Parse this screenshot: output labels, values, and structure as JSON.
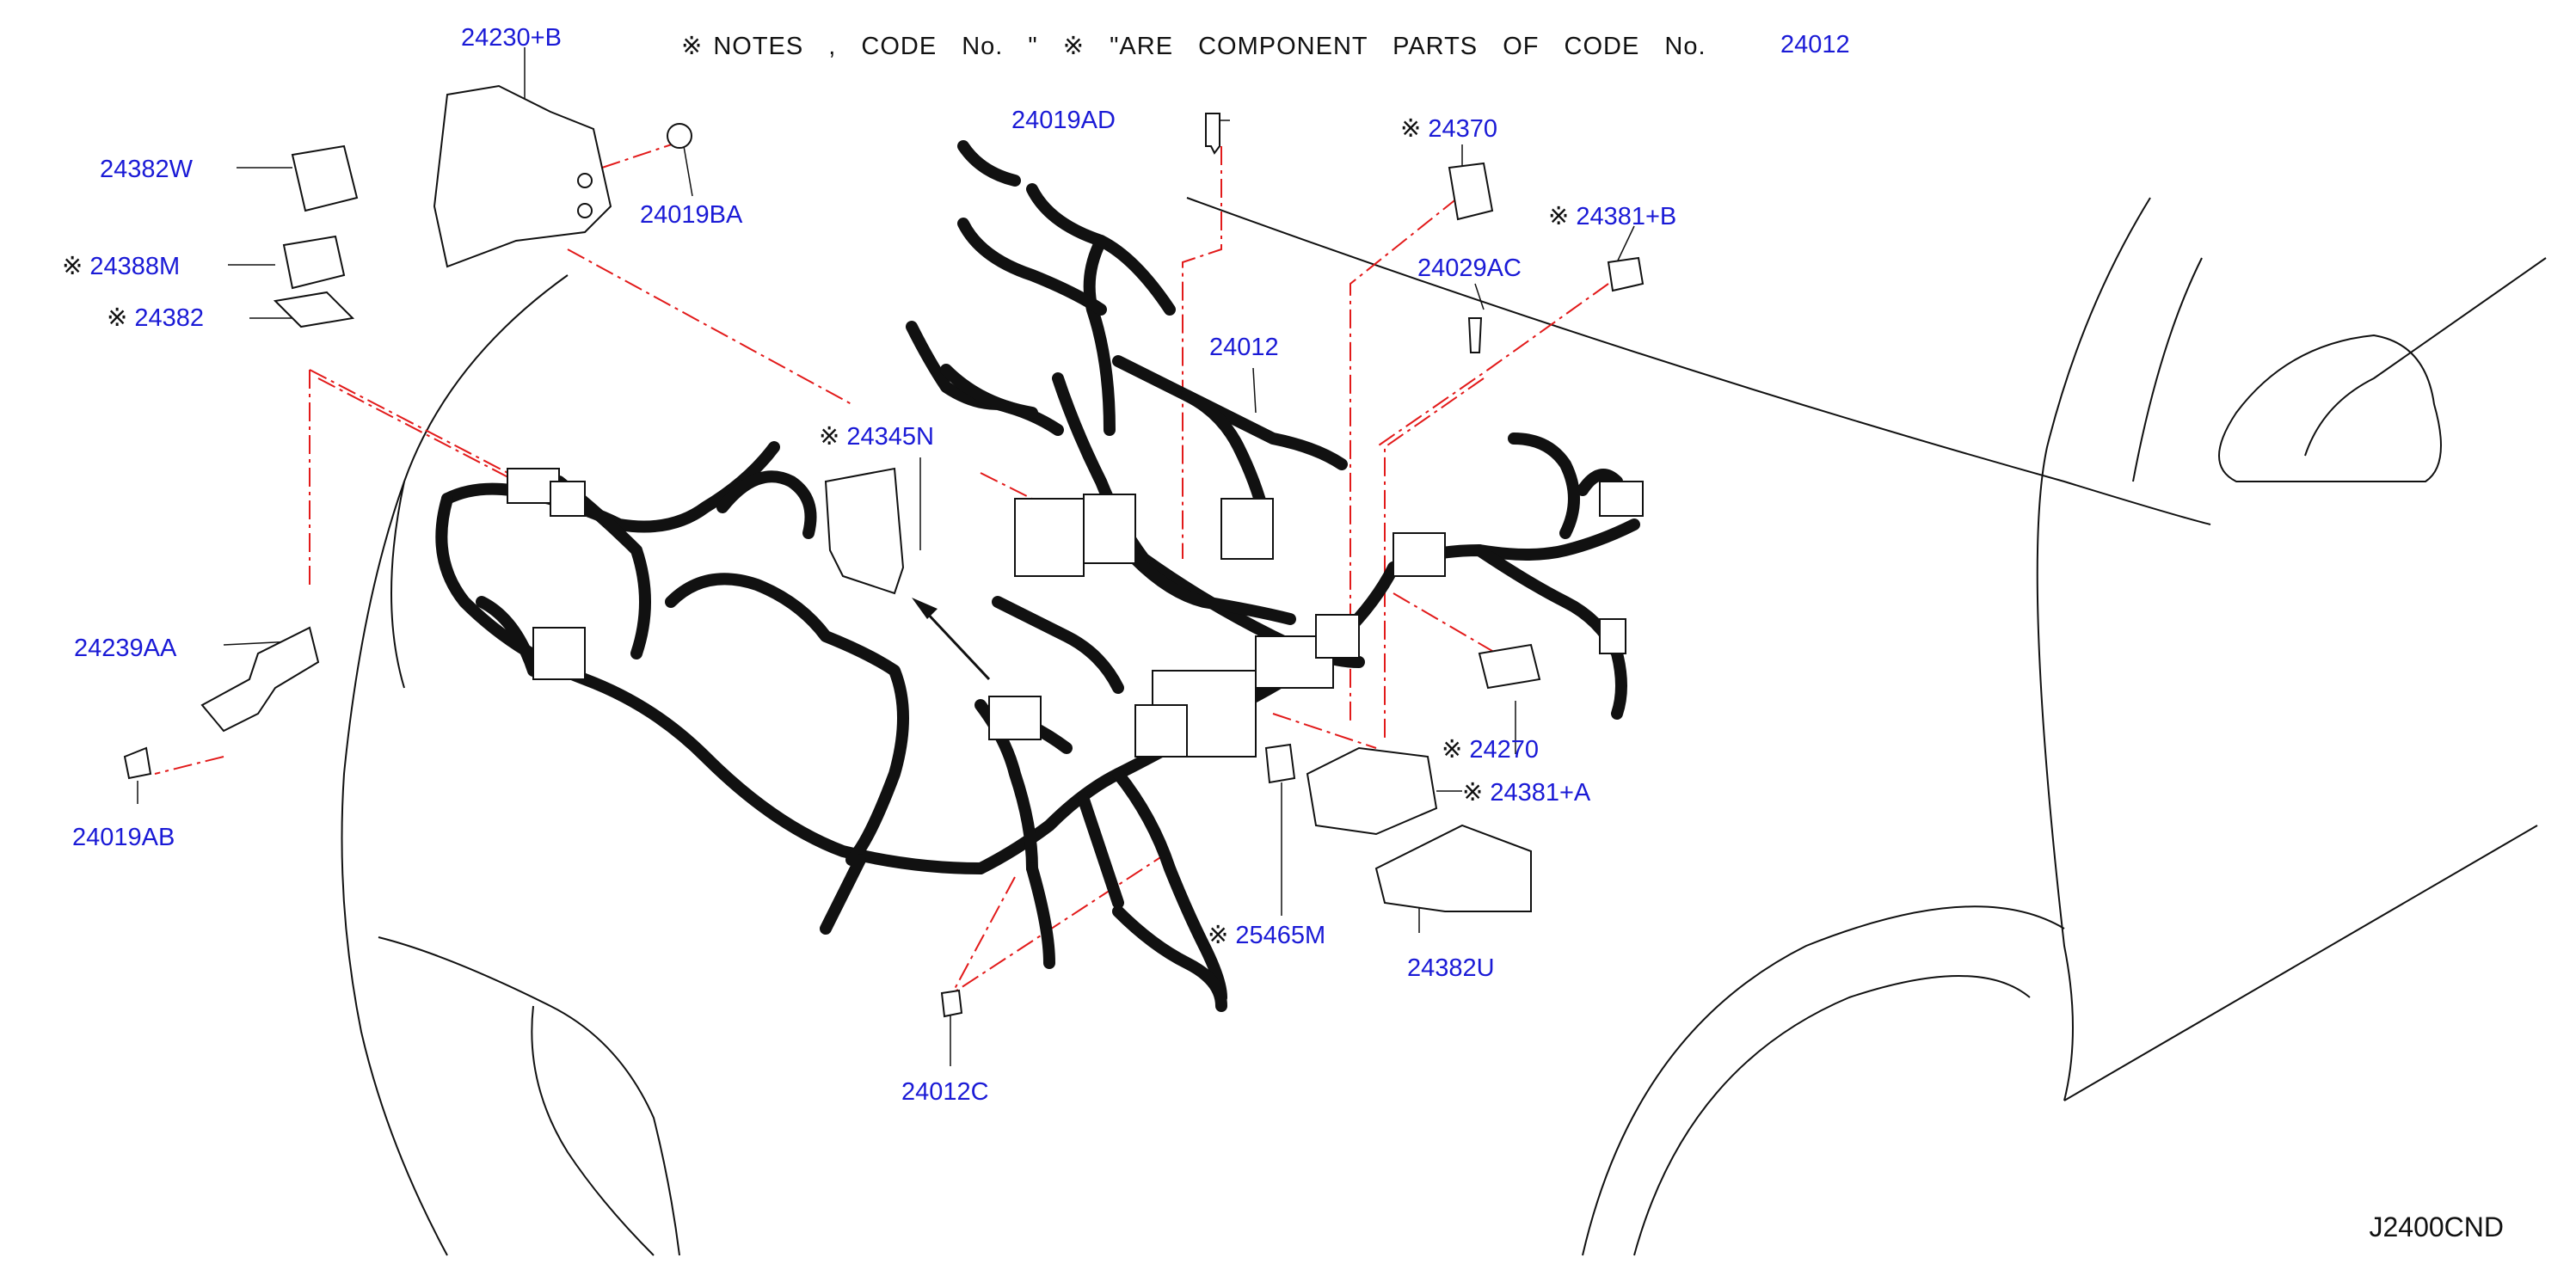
{
  "header": {
    "note_mark": "※",
    "note_text": "NOTES , CODE No. \"    ※ \"ARE COMPONENT PARTS OF CODE No.",
    "note_code": "24012"
  },
  "reference": "J2400CND",
  "parts": [
    {
      "id": "p1",
      "code": "24230+B",
      "mark": ""
    },
    {
      "id": "p2",
      "code": "24382W",
      "mark": ""
    },
    {
      "id": "p3",
      "code": "24388M",
      "mark": "※"
    },
    {
      "id": "p4",
      "code": "24382",
      "mark": "※"
    },
    {
      "id": "p5",
      "code": "24019BA",
      "mark": ""
    },
    {
      "id": "p6",
      "code": "24019AD",
      "mark": ""
    },
    {
      "id": "p7",
      "code": "24370",
      "mark": "※"
    },
    {
      "id": "p8",
      "code": "24381+B",
      "mark": "※"
    },
    {
      "id": "p9",
      "code": "24029AC",
      "mark": ""
    },
    {
      "id": "p10",
      "code": "24012",
      "mark": ""
    },
    {
      "id": "p11",
      "code": "24345N",
      "mark": "※"
    },
    {
      "id": "p12",
      "code": "24239AA",
      "mark": ""
    },
    {
      "id": "p13",
      "code": "24019AB",
      "mark": ""
    },
    {
      "id": "p14",
      "code": "24270",
      "mark": "※"
    },
    {
      "id": "p15",
      "code": "24381+A",
      "mark": "※"
    },
    {
      "id": "p16",
      "code": "25465M",
      "mark": "※"
    },
    {
      "id": "p17",
      "code": "24382U",
      "mark": ""
    },
    {
      "id": "p18",
      "code": "24012C",
      "mark": ""
    }
  ],
  "colors": {
    "label": "#1a1ad6",
    "leader": "#e21a1a",
    "line": "#111111",
    "harness": "#111111"
  }
}
